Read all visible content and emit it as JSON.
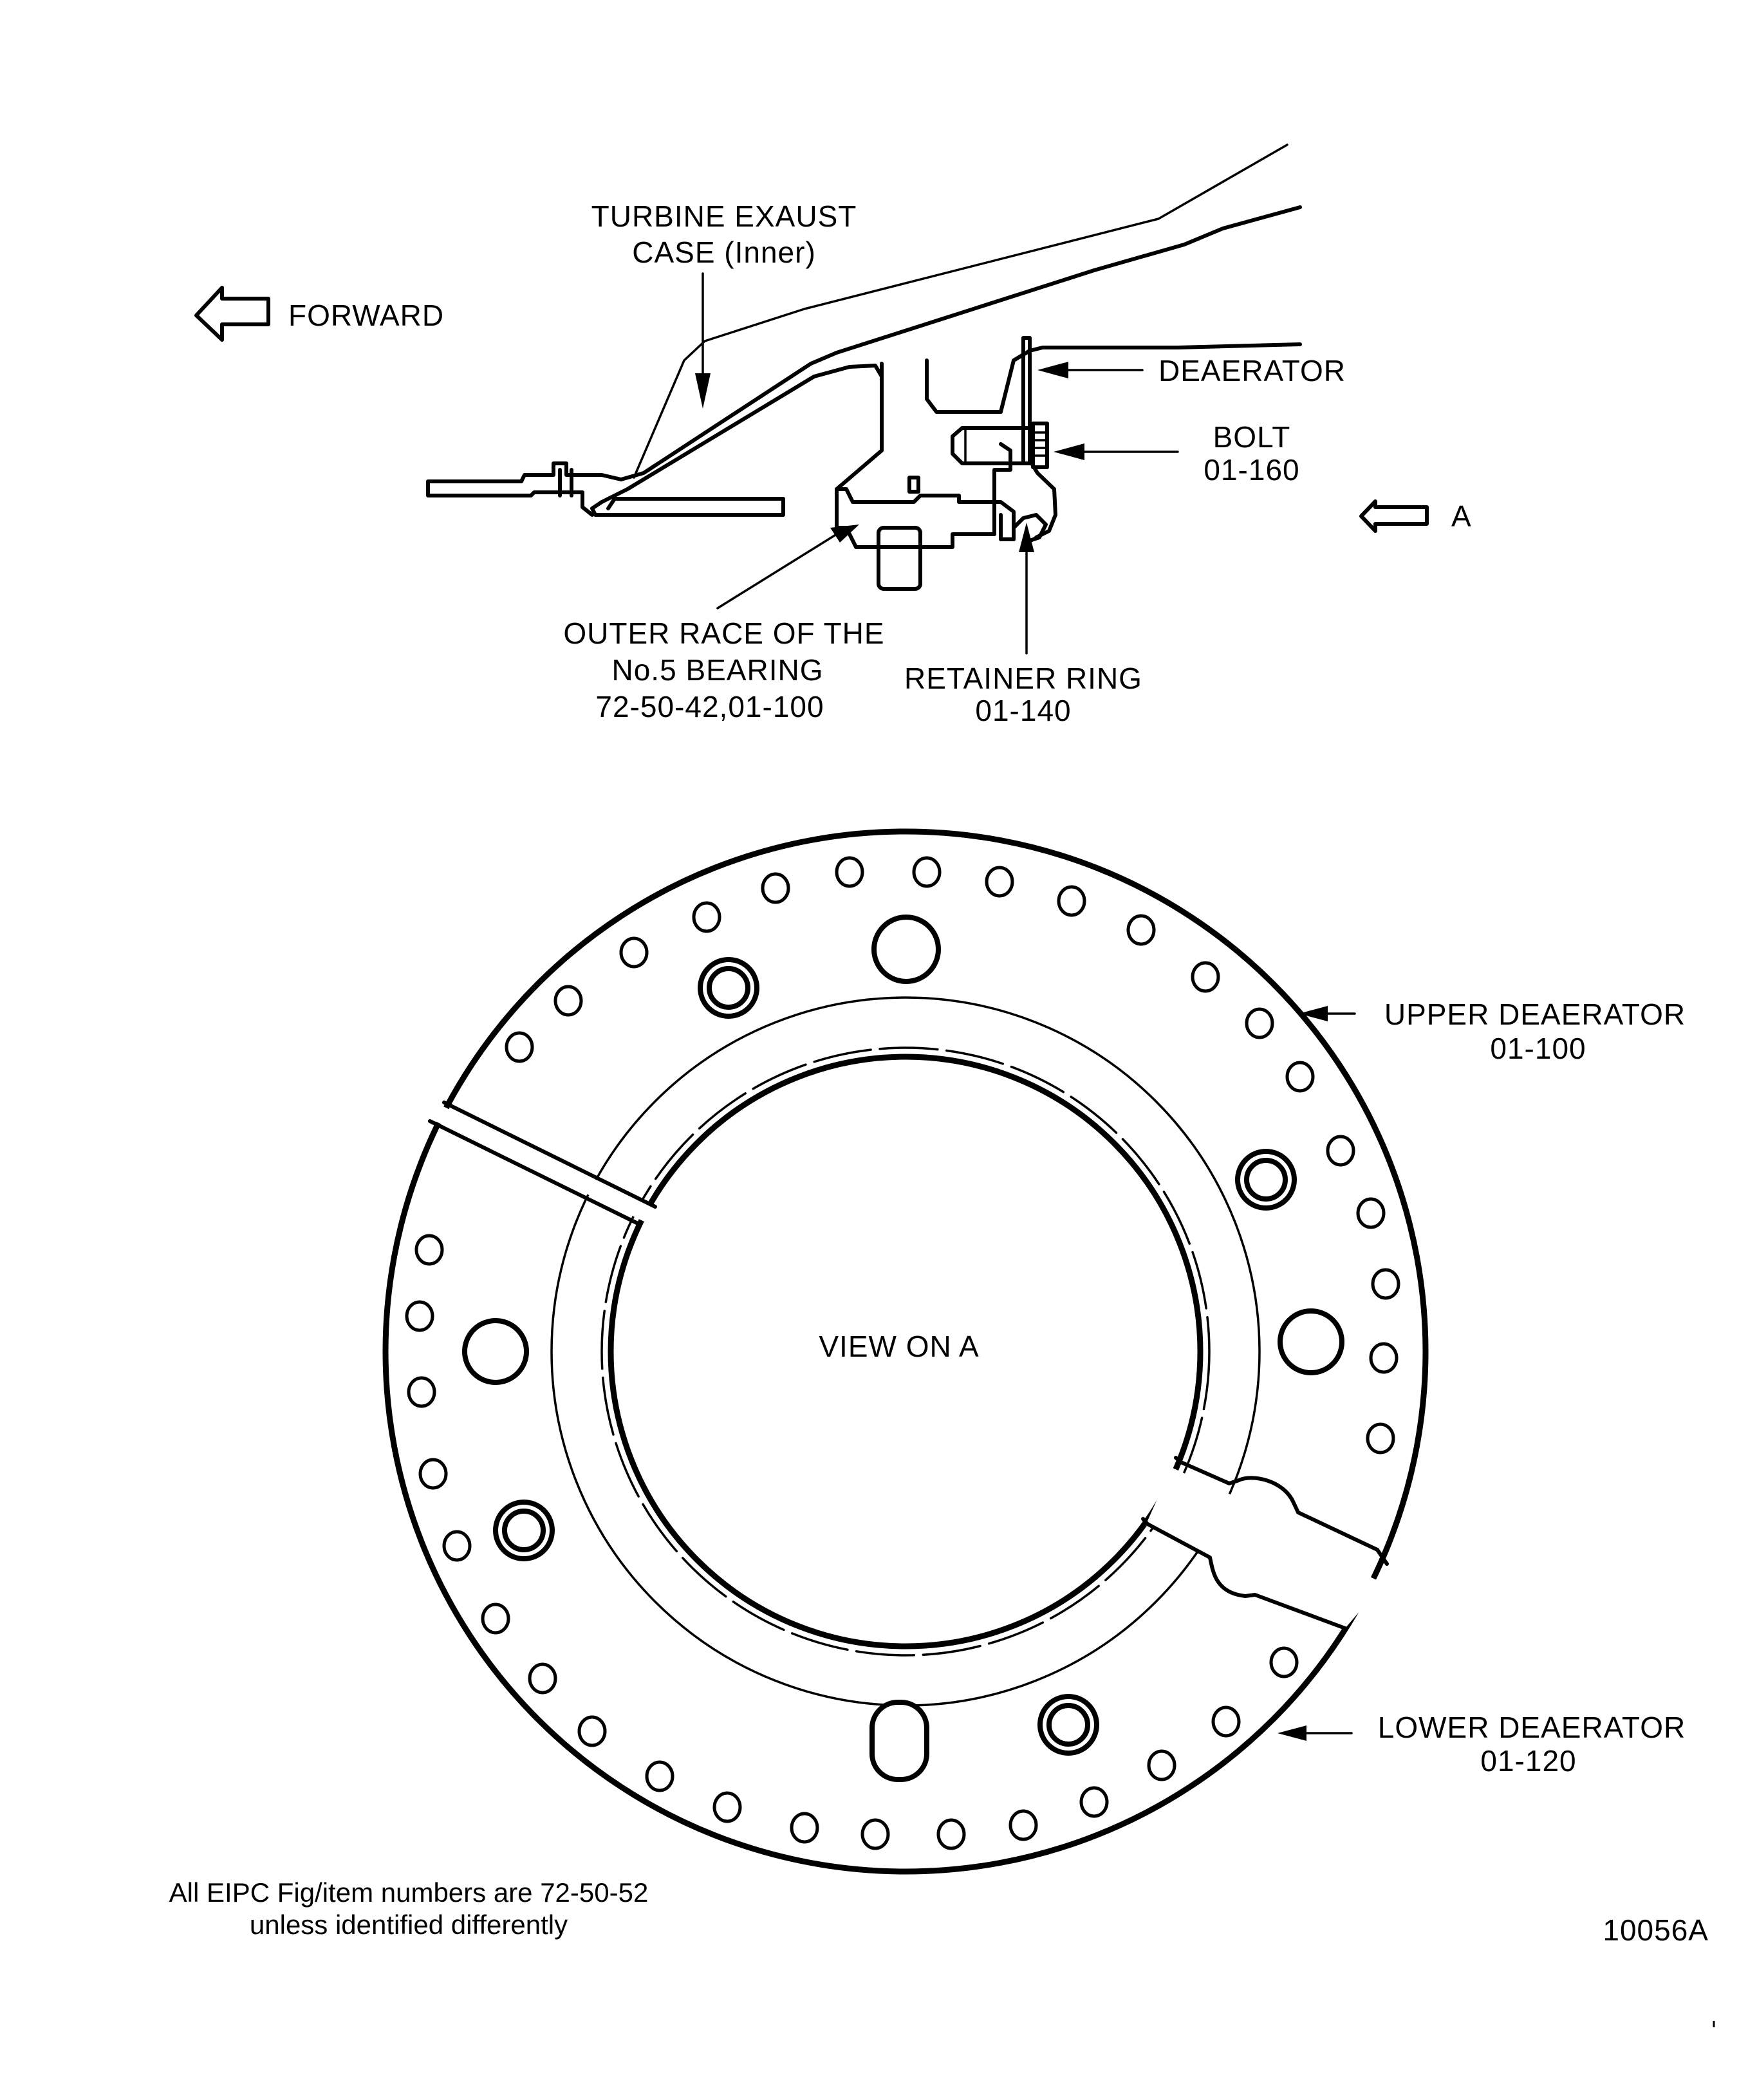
{
  "figure": {
    "id_code": "10056A",
    "note_line1": "All EIPC Fig/item numbers are 72-50-52",
    "note_line2": "unless identified differently"
  },
  "section_view": {
    "direction_label": "FORWARD",
    "direction_icon": "left-arrow-icon",
    "view_arrow_label": "A",
    "view_arrow_icon": "left-arrow-icon",
    "callouts": {
      "exhaust_case_line1": "TURBINE EXAUST",
      "exhaust_case_line2": "CASE (Inner)",
      "deaerator": "DEAERATOR",
      "bolt_name": "BOLT",
      "bolt_ref": "01-160",
      "outer_race_line1": "OUTER RACE OF THE",
      "outer_race_line2": "No.5 BEARING",
      "outer_race_ref": "72-50-42,01-100",
      "retainer_name": "RETAINER RING",
      "retainer_ref": "01-140"
    }
  },
  "face_view": {
    "title": "VIEW ON A",
    "upper_name": "UPPER DEAERATOR",
    "upper_ref": "01-100",
    "lower_name": "LOWER DEAERATOR",
    "lower_ref": "01-120"
  }
}
